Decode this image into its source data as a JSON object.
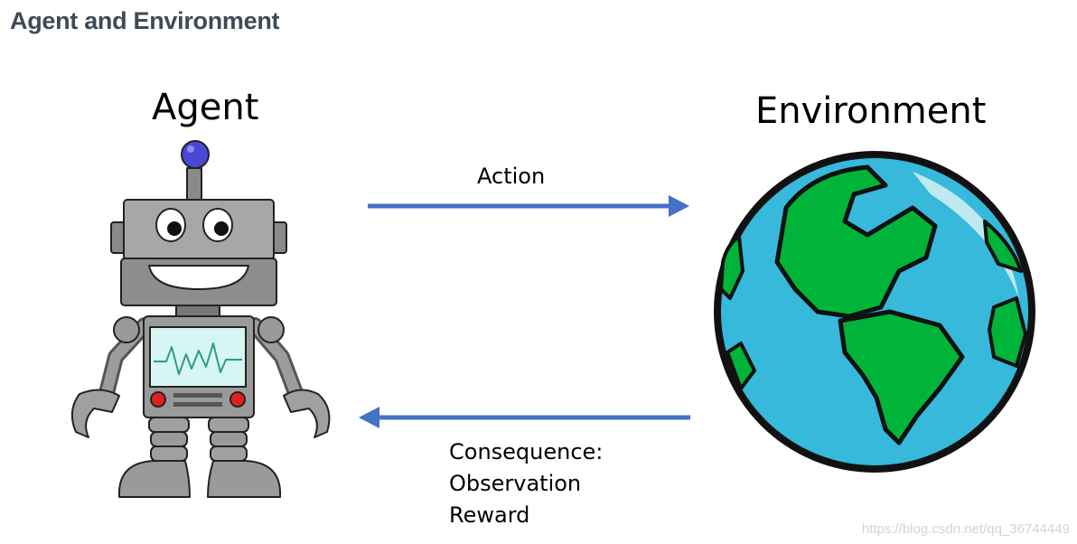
{
  "header": {
    "title": "Agent and Environment"
  },
  "diagram": {
    "agent_label": "Agent",
    "environment_label": "Environment",
    "action_label": "Action",
    "consequence": {
      "title": "Consequence:",
      "items": [
        "Observation",
        "Reward"
      ]
    },
    "arrow_color": "#4472c4"
  },
  "watermark": "https://blog.csdn.net/qq_36744449",
  "icons": [
    "robot-icon",
    "earth-globe-icon",
    "right-arrow-icon",
    "left-arrow-icon"
  ]
}
